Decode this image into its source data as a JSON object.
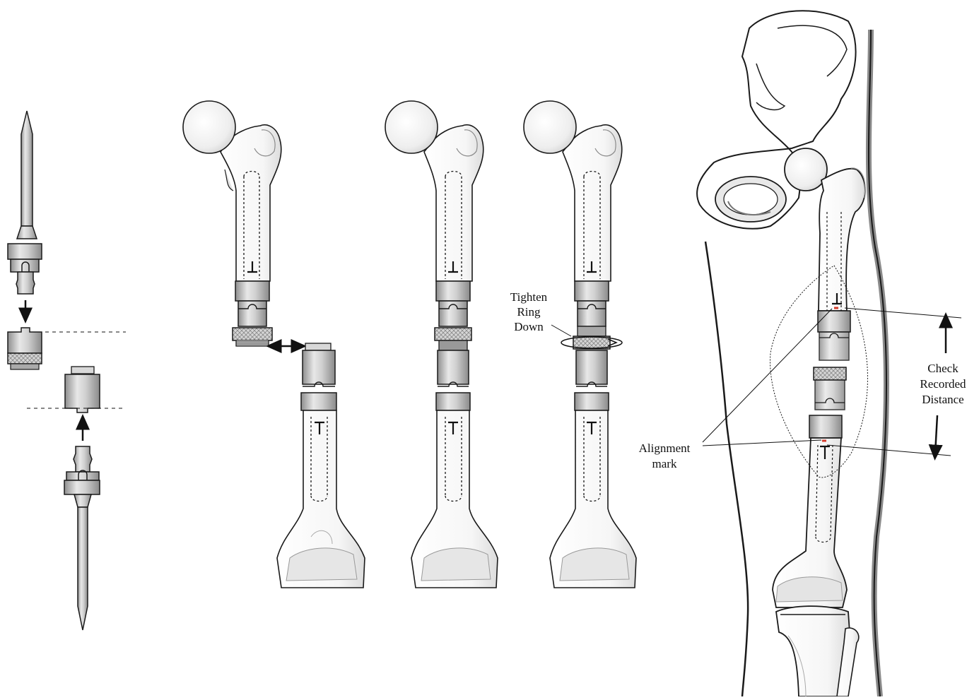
{
  "labels": {
    "tighten_line1": "Tighten",
    "tighten_line2": "Ring",
    "tighten_line3": "Down",
    "check_line1": "Check",
    "check_line2": "Recorded",
    "check_line3": "Distance",
    "alignment_line1": "Alignment",
    "alignment_line2": "mark"
  },
  "colors": {
    "outline": "#1a1a1a",
    "metal_light": "#e6e6e6",
    "metal_mid": "#c4c4c4",
    "metal_dark": "#9a9a9a",
    "bone_fill": "#ffffff",
    "bone_shade": "#e2e2e2",
    "alignment_mark": "#d43a2a"
  }
}
